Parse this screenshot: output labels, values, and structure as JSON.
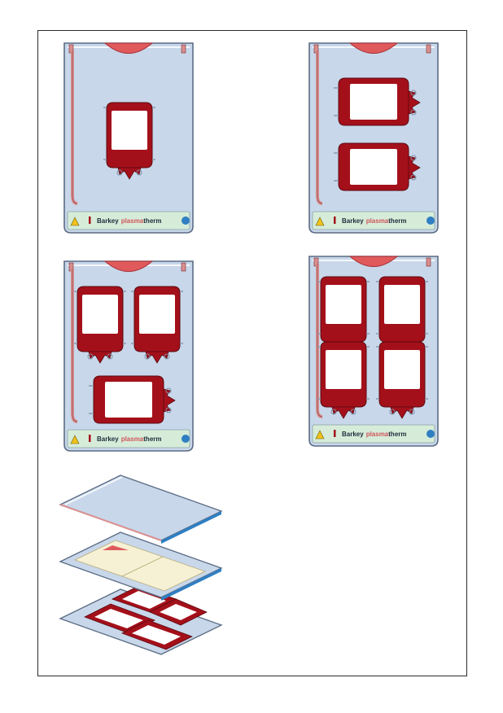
{
  "brand": {
    "name": "Barkey",
    "product_prefix": "plasma",
    "product_suffix": "therm"
  },
  "colors": {
    "bag_fill": "#c8d7ea",
    "bag_outline": "#5b6c84",
    "blood": "#a4101a",
    "blood_dark": "#7a0a12",
    "label_strip": "#d6ecd9",
    "seal": "#e05a5c",
    "tube": "#d98f8f",
    "accent_blue": "#2f7fc2",
    "brand_product": "#d1555a",
    "warning": "#f2c21a",
    "pad": "#f6f1d4"
  },
  "panels": [
    {
      "id": "one-unit",
      "unit_count": 1,
      "layout": "single-vertical"
    },
    {
      "id": "two-units",
      "unit_count": 2,
      "layout": "stacked-horizontal"
    },
    {
      "id": "three-units",
      "unit_count": 3,
      "layout": "two-vertical-one-horizontal"
    },
    {
      "id": "four-units",
      "unit_count": 4,
      "layout": "two-by-two"
    }
  ],
  "exploded_view": {
    "layers": [
      "cover-bag",
      "heating-pad",
      "blood-units"
    ]
  }
}
